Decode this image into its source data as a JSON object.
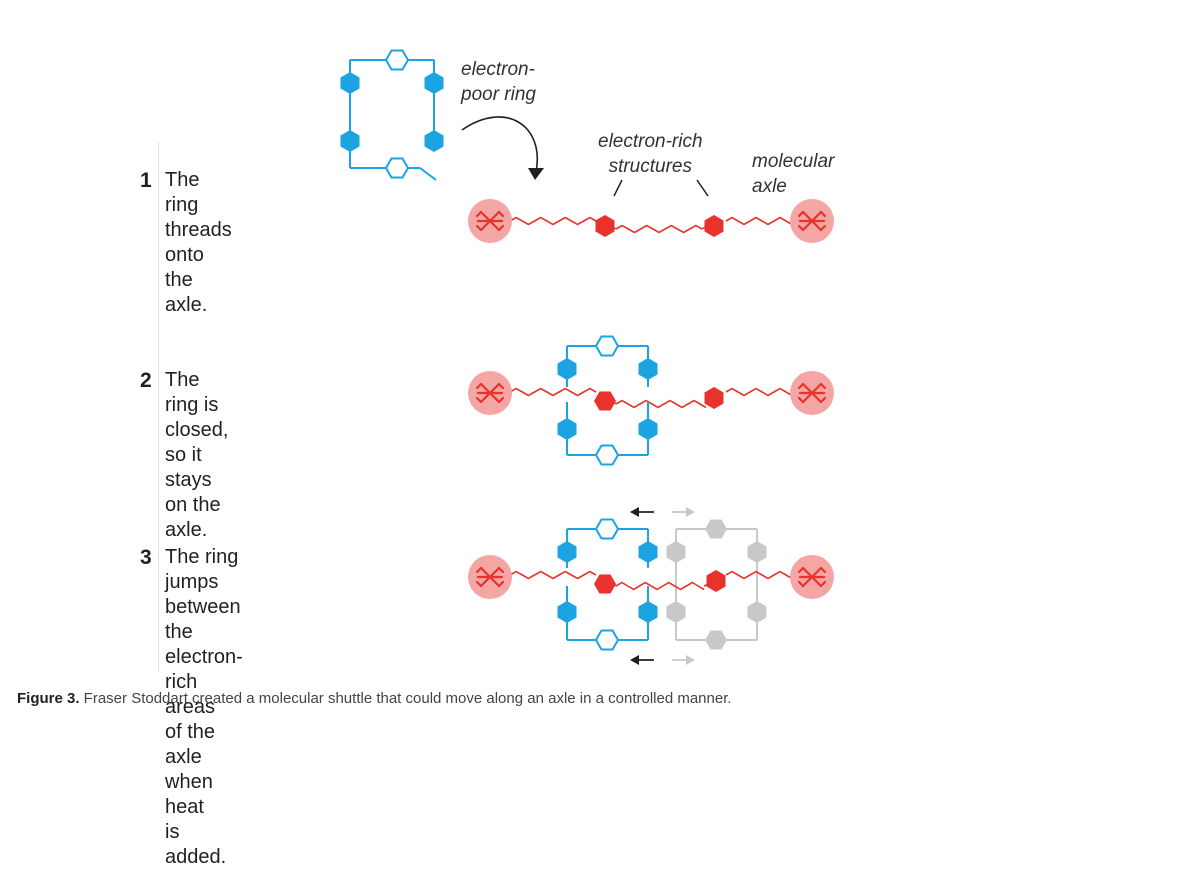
{
  "steps": [
    {
      "number": "1",
      "text": "The ring threads\nonto the axle."
    },
    {
      "number": "2",
      "text": "The ring is closed, so it\nstays on the axle."
    },
    {
      "number": "3",
      "text": "The ring jumps between\nthe electron-rich areas\nof the axle when heat\nis added."
    }
  ],
  "labels": {
    "electron_poor_ring": "electron-\npoor ring",
    "electron_rich_structures": "electron-rich\nstructures",
    "molecular_axle": "molecular\naxle"
  },
  "caption": {
    "bold": "Figure 3.",
    "text": " Fraser Stoddart created a molecular shuttle that could move along an axle in a controlled manner."
  },
  "colors": {
    "ring_blue": "#1ba3e2",
    "axle_red": "#e8322b",
    "stopper_pink": "#f3a6a4",
    "ghost_gray": "#c8c8c8",
    "arrow_dark": "#231f20"
  }
}
